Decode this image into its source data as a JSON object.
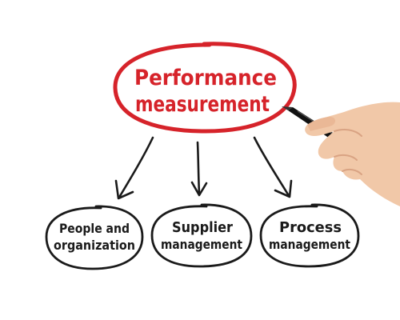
{
  "colors": {
    "central": "#d6232a",
    "child": "#1a1a1a",
    "skin": "#f1c8a8",
    "skin_shadow": "#d9a383",
    "pen": "#111111",
    "background": "#ffffff"
  },
  "central_node": {
    "lines": [
      "Performance",
      "measurement"
    ]
  },
  "child_nodes": [
    {
      "lines": [
        "People and",
        "organization"
      ]
    },
    {
      "lines": [
        "Supplier",
        "management"
      ]
    },
    {
      "lines": [
        "Process",
        "management"
      ]
    }
  ],
  "icons": {
    "hand": "hand-holding-pen-icon"
  }
}
